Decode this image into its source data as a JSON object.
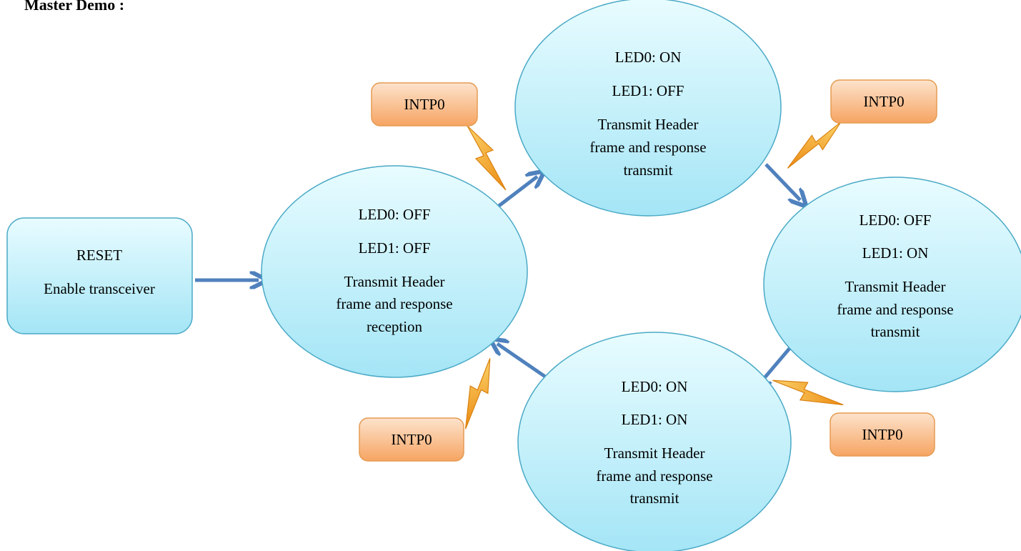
{
  "title": "Master Demo :",
  "reset_box": {
    "line1": "RESET",
    "line2": "Enable transceiver"
  },
  "states": [
    {
      "id": "state-initial",
      "led0": "LED0: OFF",
      "led1": "LED1: OFF",
      "desc": [
        "Transmit Header",
        "frame and response",
        "reception"
      ]
    },
    {
      "id": "state-top",
      "led0": "LED0: ON",
      "led1": "LED1: OFF",
      "desc": [
        "Transmit Header",
        "frame and response",
        "transmit"
      ]
    },
    {
      "id": "state-right",
      "led0": "LED0: OFF",
      "led1": "LED1: ON",
      "desc": [
        "Transmit Header",
        "frame and response",
        "transmit"
      ]
    },
    {
      "id": "state-bottom",
      "led0": "LED0: ON",
      "led1": "LED1: ON",
      "desc": [
        "Transmit Header",
        "frame and response",
        "transmit"
      ]
    }
  ],
  "interrupts": [
    {
      "id": "intp-top-left",
      "label": "INTP0"
    },
    {
      "id": "intp-top-right",
      "label": "INTP0"
    },
    {
      "id": "intp-bottom-right",
      "label": "INTP0"
    },
    {
      "id": "intp-bottom-left",
      "label": "INTP0"
    }
  ],
  "colors": {
    "state_fill_top": "#e6fbff",
    "state_fill_bottom": "#a6e6f7",
    "state_stroke": "#4aa9c6",
    "interrupt_fill_top": "#fde0c6",
    "interrupt_fill_bottom": "#f7a768",
    "interrupt_stroke": "#e59b52",
    "arrow": "#4f81bd",
    "lightning": "#f29a1e"
  }
}
